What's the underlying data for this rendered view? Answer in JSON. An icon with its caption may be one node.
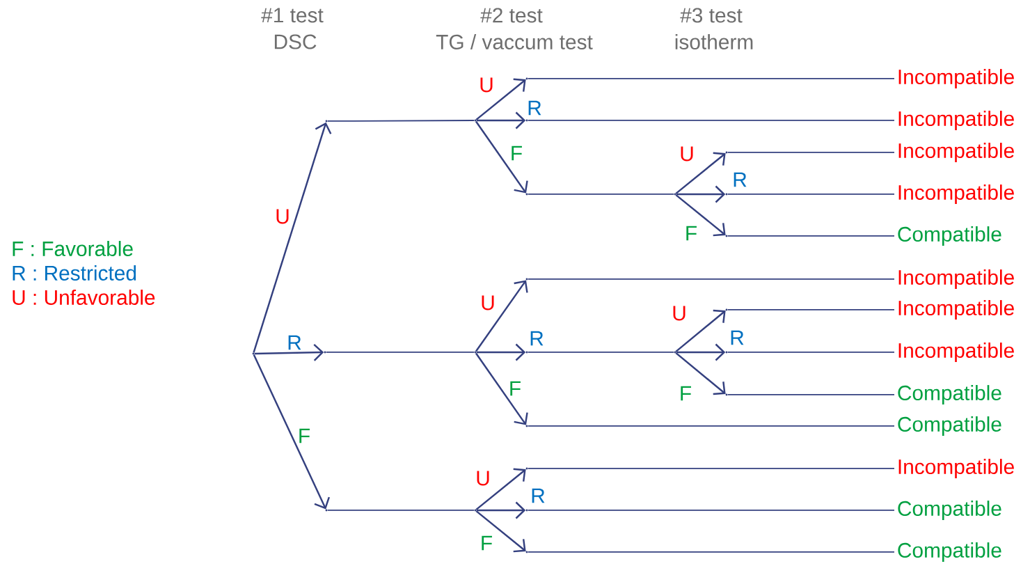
{
  "diagram": {
    "nodes": [
      {
        "text": [],
        "shape": "point"
      },
      {
        "text": [],
        "shape": "point"
      },
      {
        "text": [],
        "shape": "point"
      },
      {
        "text": [],
        "shape": "point"
      },
      {
        "text": [],
        "shape": "point"
      },
      {
        "text": [],
        "shape": "point"
      },
      {
        "text": [
          "Incompatible"
        ]
      },
      {
        "text": [
          "Incompatible"
        ]
      },
      {
        "text": [
          "Incompatible"
        ]
      },
      {
        "text": [
          "Incompatible"
        ]
      },
      {
        "text": [
          "Compatible"
        ]
      },
      {
        "text": [
          "Incompatible"
        ]
      },
      {
        "text": [
          "Incompatible"
        ]
      },
      {
        "text": [
          "Incompatible"
        ]
      },
      {
        "text": [
          "Compatible"
        ]
      },
      {
        "text": [
          "Compatible"
        ]
      },
      {
        "text": [
          "Incompatible"
        ]
      },
      {
        "text": [
          "Compatible"
        ]
      },
      {
        "text": [
          "Compatible"
        ]
      },
      {
        "text": [],
        "shape": "point"
      },
      {
        "text": [],
        "shape": "point"
      },
      {
        "text": [],
        "shape": "point"
      },
      {
        "text": [],
        "shape": "point"
      },
      {
        "text": [],
        "shape": "point"
      },
      {
        "text": [],
        "shape": "point"
      },
      {
        "text": [],
        "shape": "point"
      },
      {
        "text": [],
        "shape": "point"
      },
      {
        "text": [],
        "shape": "point"
      },
      {
        "text": [],
        "shape": "point"
      },
      {
        "text": [],
        "shape": "point"
      },
      {
        "text": [],
        "shape": "point"
      },
      {
        "text": [],
        "shape": "point"
      },
      {
        "text": [],
        "shape": "point"
      },
      {
        "text": [],
        "shape": "point"
      },
      {
        "text": [],
        "shape": "point"
      },
      {
        "text": [],
        "shape": "point"
      },
      {
        "text": [],
        "shape": "point"
      }
    ],
    "edges": [
      {
        "from": 0,
        "to": 19,
        "arrow": "to",
        "label": "U"
      },
      {
        "from": 19,
        "to": 1,
        "arrow": "none"
      },
      {
        "from": 0,
        "to": 20,
        "arrow": "to",
        "label": "R"
      },
      {
        "from": 20,
        "to": 2,
        "arrow": "none"
      },
      {
        "from": 0,
        "to": 21,
        "arrow": "to",
        "label": "F"
      },
      {
        "from": 21,
        "to": 3,
        "arrow": "none"
      },
      {
        "from": 1,
        "to": 22,
        "arrow": "to",
        "label": "U"
      },
      {
        "from": 22,
        "to": 6,
        "arrow": "none"
      },
      {
        "from": 1,
        "to": 23,
        "arrow": "to",
        "label": "R"
      },
      {
        "from": 23,
        "to": 7,
        "arrow": "none"
      },
      {
        "from": 1,
        "to": 24,
        "arrow": "to",
        "label": "F"
      },
      {
        "from": 24,
        "to": 4,
        "arrow": "none"
      },
      {
        "from": 4,
        "to": 25,
        "arrow": "to",
        "label": "U"
      },
      {
        "from": 25,
        "to": 8,
        "arrow": "none"
      },
      {
        "from": 4,
        "to": 26,
        "arrow": "to",
        "label": "R"
      },
      {
        "from": 26,
        "to": 9,
        "arrow": "none"
      },
      {
        "from": 4,
        "to": 27,
        "arrow": "to",
        "label": "F"
      },
      {
        "from": 27,
        "to": 10,
        "arrow": "none"
      },
      {
        "from": 2,
        "to": 28,
        "arrow": "to",
        "label": "U"
      },
      {
        "from": 28,
        "to": 11,
        "arrow": "none"
      },
      {
        "from": 2,
        "to": 29,
        "arrow": "to",
        "label": "R"
      },
      {
        "from": 29,
        "to": 5,
        "arrow": "none"
      },
      {
        "from": 2,
        "to": 30,
        "arrow": "to",
        "label": "F"
      },
      {
        "from": 30,
        "to": 15,
        "arrow": "none"
      },
      {
        "from": 5,
        "to": 31,
        "arrow": "to",
        "label": "U"
      },
      {
        "from": 31,
        "to": 12,
        "arrow": "none"
      },
      {
        "from": 5,
        "to": 32,
        "arrow": "to",
        "label": "R"
      },
      {
        "from": 32,
        "to": 13,
        "arrow": "none"
      },
      {
        "from": 5,
        "to": 33,
        "arrow": "to",
        "label": "F"
      },
      {
        "from": 33,
        "to": 14,
        "arrow": "none"
      },
      {
        "from": 3,
        "to": 34,
        "arrow": "to",
        "label": "U"
      },
      {
        "from": 34,
        "to": 16,
        "arrow": "none"
      },
      {
        "from": 3,
        "to": 35,
        "arrow": "to",
        "label": "R"
      },
      {
        "from": 35,
        "to": 17,
        "arrow": "none"
      },
      {
        "from": 3,
        "to": 36,
        "arrow": "to",
        "label": "F"
      },
      {
        "from": 36,
        "to": 18,
        "arrow": "none"
      }
    ],
    "labels": [
      "#1 test",
      "#2 test",
      "#3 test",
      "DSC",
      "TG / vaccum test",
      "isotherm",
      "F : Favorable",
      "R : Restricted",
      "U : Unfavorable"
    ]
  }
}
